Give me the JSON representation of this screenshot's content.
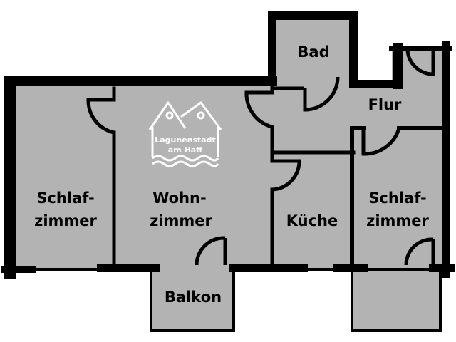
{
  "colors": {
    "floor": "#b3b3b3",
    "wall": "#000000",
    "background": "#ffffff",
    "logo": "#ffffff"
  },
  "rooms": {
    "schlafzimmer_left": {
      "line1": "Schlaf-",
      "line2": "zimmer"
    },
    "wohnzimmer": {
      "line1": "Wohn-",
      "line2": "zimmer"
    },
    "kueche": {
      "label": "Küche"
    },
    "schlafzimmer_right": {
      "line1": "Schlaf-",
      "line2": "zimmer"
    },
    "bad": {
      "label": "Bad"
    },
    "flur": {
      "label": "Flur"
    },
    "balkon": {
      "label": "Balkon"
    }
  },
  "logo": {
    "line1": "Lagunenstadt",
    "line2": "am Haff",
    "icon": "two-houses-waves-icon"
  }
}
